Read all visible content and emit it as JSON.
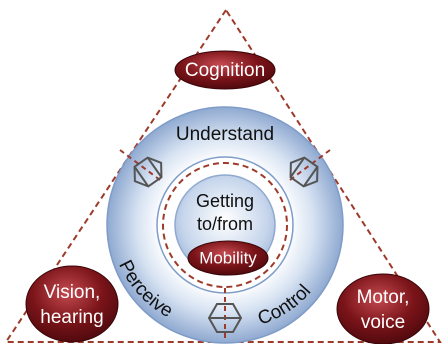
{
  "corners": {
    "top": "Cognition",
    "left": [
      "Vision,",
      "hearing"
    ],
    "right": [
      "Motor,",
      "voice"
    ]
  },
  "ring": {
    "top": "Understand",
    "left": "Perceive",
    "right": "Control"
  },
  "center": {
    "lines": [
      "Getting",
      "to/from"
    ],
    "badge": "Mobility"
  },
  "colors": {
    "triangle_dash": "#9e3a2a",
    "badge_dark": "#5a0d12",
    "badge_light": "#b8323a",
    "ring_outer": "#9db4d6",
    "ring_inner": "#dbe5f3",
    "connector": "#555555"
  }
}
